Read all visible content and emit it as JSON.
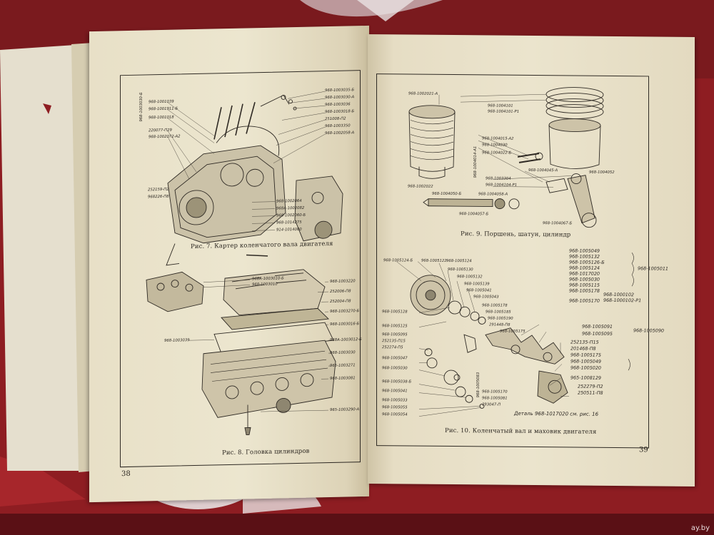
{
  "left_page": {
    "number": "38",
    "fig7": {
      "caption": "Рис. 7. Картер коленчатого вала двигателя",
      "labels_right": [
        "968-1003035-Б",
        "968-1003030-А",
        "968-1003036",
        "968-1003018-Б",
        "251008-П2",
        "968-1003350",
        "968-1002058-А"
      ],
      "labels_left": [
        "968-1001039",
        "968-1001911-Б",
        "968-1001018",
        "220077-П29",
        "968-1002072-А2"
      ],
      "labels_bottom": [
        "968-1002064",
        "968А-1002082",
        "968-1002060-Б",
        "968-1014275",
        "914-1014080"
      ],
      "labels_misc": [
        "252159-П2",
        "968226-П8"
      ],
      "label_vertical": "968-1003030-Б"
    },
    "fig8": {
      "caption": "Рис. 8. Головка цилиндров",
      "labels_top": [
        "968А-1003010-Б",
        "968-1003010"
      ],
      "labels_right": [
        "968-1003220",
        "252006-П8",
        "252004-П8",
        "968-1003270-Б",
        "968-1003016-Б",
        "968А-1003012-Б",
        "968-1003030",
        "965-1003271",
        "968-1003081",
        "965-1003290-А"
      ],
      "label_left": "968-1003039"
    }
  },
  "right_page": {
    "number": "39",
    "fig9": {
      "caption": "Рис. 9. Поршень, шатун, цилиндр",
      "labels": [
        "968-1002021-А",
        "968-1002022",
        "968-1004101",
        "968-1004101-Р1",
        "968-1004015-А2",
        "968-1004030",
        "968-1004022-Б",
        "968-1004045-А",
        "968-1004052",
        "968-1003304",
        "968-1004104-Р1",
        "968-1004050-Б",
        "968-1004058-А",
        "968-1004057-Б",
        "968-1004067-Б"
      ],
      "label_vertical": "968-1004014-А1"
    },
    "fig10": {
      "caption": "Рис. 10. Коленчатый вал и маховик двигателя",
      "labels_left": [
        "968-1005124-Б",
        "968-1005122",
        "968-1005124",
        "968-1005130",
        "968-1005128",
        "968-1005125",
        "968-1005095",
        "252135-П15",
        "252274-П5",
        "968-1005047",
        "968-1005030",
        "968-1005038-Б",
        "968-1005041",
        "968-1005033",
        "968-1005055",
        "968-1005054"
      ],
      "labels_center": [
        "968-1005132",
        "968-1005139",
        "968-1005041",
        "968-1005043",
        "968-1005178",
        "968-1005185",
        "968-1005190",
        "291448-П8",
        "968-1005175",
        "968-1005170",
        "968-1005081",
        "293047-П",
        "968-1005083"
      ],
      "labels_right_group": [
        "968-1005049",
        "968-1005132",
        "968-1005126-Б",
        "968-1005124",
        "968-1017020",
        "968-1005030",
        "968-1005115",
        "968-1005178",
        "968-1005170"
      ],
      "label_group_right": "968-1005011",
      "labels_right_pair": [
        "968-1000102",
        "968-1000102-Р1"
      ],
      "labels_right_lower": [
        "968-1005091",
        "968-1005095",
        "252135-П15",
        "201468-П8",
        "968-1005175",
        "968-1005049",
        "968-1005020",
        "965-1008129",
        "252279-П2",
        "250511-П8"
      ],
      "label_group_lower": "968-1005090",
      "note": "Деталь 968-1017020 см. рис. 16"
    }
  },
  "watermark": "ay.by",
  "colors": {
    "paper": "#ebe4cd",
    "cloth": "#8e1d22",
    "ink": "#2a2520"
  }
}
